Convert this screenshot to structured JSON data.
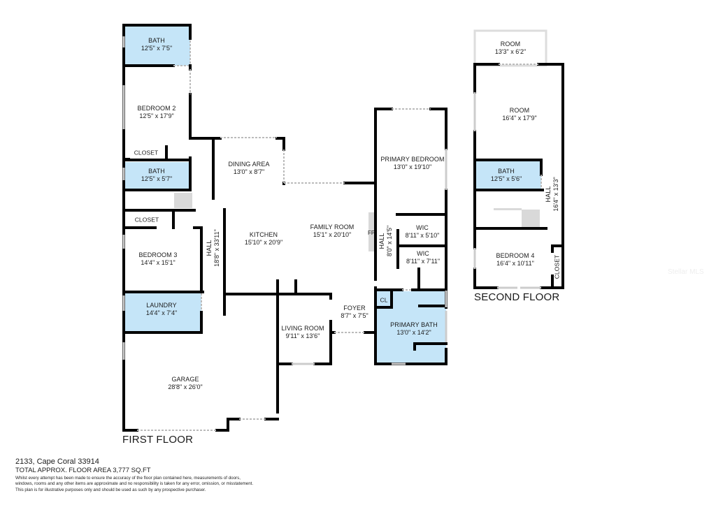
{
  "plan": {
    "colors": {
      "wall": "#000000",
      "wet_room_fill": "#c5e5f8",
      "stair_fill": "#d9d9d9",
      "window": "#cccccc",
      "background": "#ffffff"
    },
    "first_floor": {
      "title": "FIRST FLOOR",
      "rooms": [
        {
          "name": "BATH",
          "dims": "12'5\" x 7'5\""
        },
        {
          "name": "BEDROOM 2",
          "dims": "12'5\" x 17'9\""
        },
        {
          "name": "CLOSET",
          "dims": ""
        },
        {
          "name": "BATH",
          "dims": "12'5\" x 5'7\""
        },
        {
          "name": "CLOSET",
          "dims": ""
        },
        {
          "name": "BEDROOM 3",
          "dims": "14'4\" x 15'1\""
        },
        {
          "name": "LAUNDRY",
          "dims": "14'4\" x 7'4\""
        },
        {
          "name": "HALL",
          "dims": "18'8\" x 33'11\""
        },
        {
          "name": "DINING AREA",
          "dims": "13'0\" x 8'7\""
        },
        {
          "name": "KITCHEN",
          "dims": "15'10\" x 20'9\""
        },
        {
          "name": "FAMILY ROOM",
          "dims": "15'1\" x 20'10\""
        },
        {
          "name": "FP",
          "dims": ""
        },
        {
          "name": "PRIMARY BEDROOM",
          "dims": "13'0\" x 19'10\""
        },
        {
          "name": "HALL",
          "dims": "8'0\" x 14'5\""
        },
        {
          "name": "WIC",
          "dims": "8'11\" x 5'10\""
        },
        {
          "name": "WIC",
          "dims": "8'11\" x 7'11\""
        },
        {
          "name": "CL",
          "dims": ""
        },
        {
          "name": "FOYER",
          "dims": "8'7\" x 7'5\""
        },
        {
          "name": "PRIMARY BATH",
          "dims": "13'0\" x 14'2\""
        },
        {
          "name": "LIVING ROOM",
          "dims": "9'11\" x 13'6\""
        },
        {
          "name": "GARAGE",
          "dims": "28'8\" x 26'0\""
        }
      ]
    },
    "second_floor": {
      "title": "SECOND FLOOR",
      "rooms": [
        {
          "name": "ROOM",
          "dims": "13'3\" x 6'2\""
        },
        {
          "name": "ROOM",
          "dims": "16'4\" x 17'9\""
        },
        {
          "name": "BATH",
          "dims": "12'5\" x 5'6\""
        },
        {
          "name": "HALL",
          "dims": "16'4\" x 13'3\""
        },
        {
          "name": "BEDROOM 4",
          "dims": "16'4\" x 10'11\""
        },
        {
          "name": "CLOSET",
          "dims": ""
        }
      ]
    }
  },
  "footer": {
    "address": "2133, Cape Coral 33914",
    "total_area": "TOTAL APPROX. FLOOR AREA 3,777 SQ.FT",
    "disclaimer_lines": [
      "Whilst every attempt has been made to ensure the accuracy of the floor plan contained here, measurements of doors,",
      "windows, rooms and any other items are approximate and no responsibility is taken for any error, omission, or misstatement.",
      "This plan is for illustrative purposes only and should be used as such by any prospective purchaser."
    ]
  },
  "watermark": "Stellar MLS"
}
